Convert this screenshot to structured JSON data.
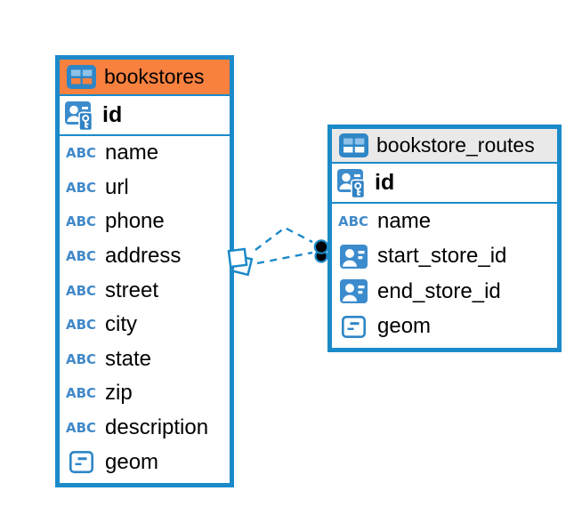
{
  "diagram": {
    "colors": {
      "accent_blue": "#1b8ac9",
      "icon_blue": "#3c8ccd",
      "bookstores_header": "#f8813f",
      "routes_header": "#e9e9e9",
      "connector_dot": "#000000"
    },
    "tables": [
      {
        "name": "bookstores",
        "icon": "table-icon",
        "columns": [
          {
            "name": "id",
            "icon": "primary-key-icon"
          },
          {
            "name": "name",
            "icon": "text-type-icon"
          },
          {
            "name": "url",
            "icon": "text-type-icon"
          },
          {
            "name": "phone",
            "icon": "text-type-icon"
          },
          {
            "name": "address",
            "icon": "text-type-icon"
          },
          {
            "name": "street",
            "icon": "text-type-icon"
          },
          {
            "name": "city",
            "icon": "text-type-icon"
          },
          {
            "name": "state",
            "icon": "text-type-icon"
          },
          {
            "name": "zip",
            "icon": "text-type-icon"
          },
          {
            "name": "description",
            "icon": "text-type-icon"
          },
          {
            "name": "geom",
            "icon": "geometry-type-icon"
          }
        ]
      },
      {
        "name": "bookstore_routes",
        "icon": "table-icon",
        "columns": [
          {
            "name": "id",
            "icon": "primary-key-icon"
          },
          {
            "name": "name",
            "icon": "text-type-icon"
          },
          {
            "name": "start_store_id",
            "icon": "reference-icon"
          },
          {
            "name": "end_store_id",
            "icon": "reference-icon"
          },
          {
            "name": "geom",
            "icon": "geometry-type-icon"
          }
        ]
      }
    ],
    "relationships": [
      {
        "from": "bookstores",
        "to": "bookstore_routes",
        "line_style": "dashed"
      },
      {
        "from": "bookstores",
        "to": "bookstore_routes",
        "line_style": "dashed"
      }
    ]
  }
}
